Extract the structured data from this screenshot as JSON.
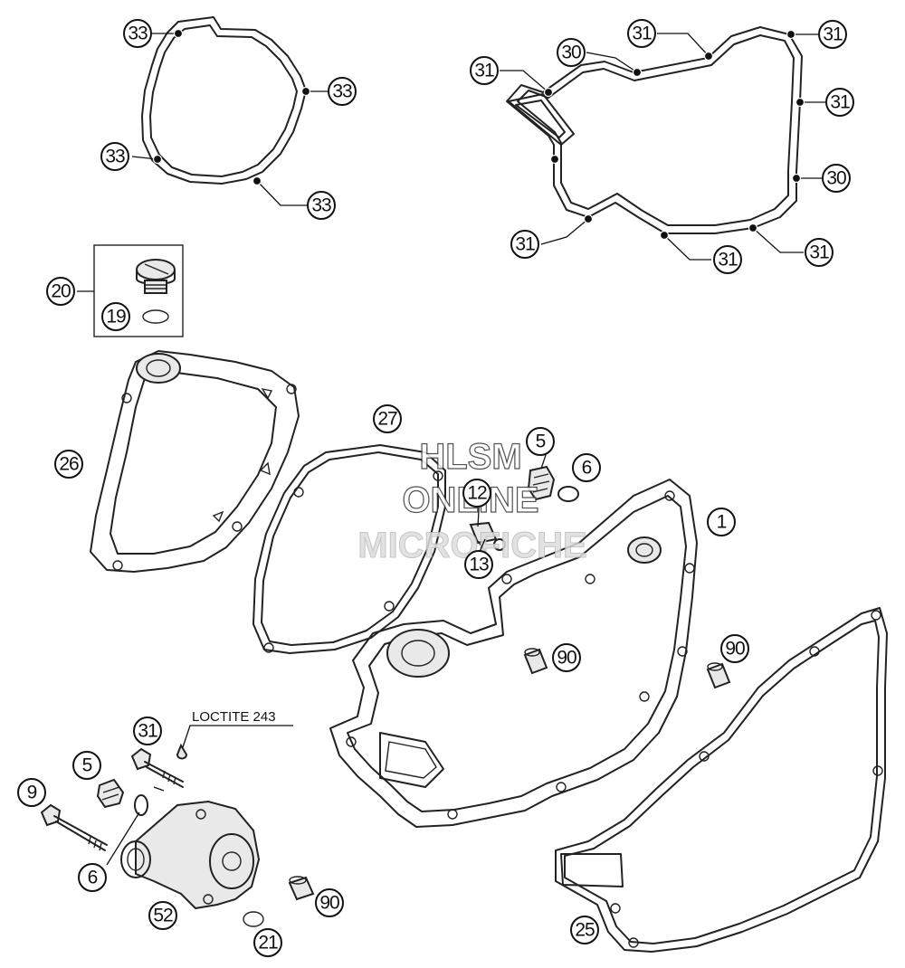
{
  "callouts": {
    "c33a": "33",
    "c33b": "33",
    "c33c": "33",
    "c33d": "33",
    "c31a": "31",
    "c31b": "31",
    "c31c": "31",
    "c31d": "31",
    "c31e": "31",
    "c31f": "31",
    "c31g": "31",
    "c30a": "30",
    "c30b": "30",
    "c20": "20",
    "c19": "19",
    "c26": "26",
    "c27": "27",
    "c5a": "5",
    "c6a": "6",
    "c12": "12",
    "c13": "13",
    "c1": "1",
    "c90a": "90",
    "c90b": "90",
    "c90c": "90",
    "c31h": "31",
    "c5b": "5",
    "c9": "9",
    "c6b": "6",
    "c52": "52",
    "c21": "21",
    "c25": "25"
  },
  "note": {
    "loctite": "LOCTITE 243"
  },
  "watermark": {
    "line1": "HLSM",
    "line2": "ONLINE",
    "line3": "MICROFICHE"
  }
}
